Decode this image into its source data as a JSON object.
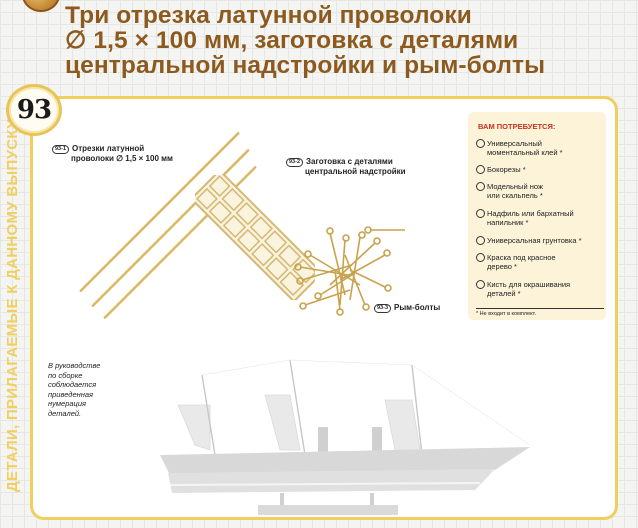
{
  "title": {
    "lines": [
      "Три отрезка латунной проволоки",
      "∅ 1,5 × 100 мм, заготовка с деталями",
      "центральной надстройки и рым-болты"
    ]
  },
  "issue_number": "93",
  "side_label": "ДЕТАЛИ, ПРИЛАГАЕМЫЕ К ДАННОМУ ВЫПУСКУ",
  "parts": [
    {
      "code": "93-1",
      "line1": "Отрезки латунной",
      "line2": "проволоки ∅ 1,5 × 100 мм"
    },
    {
      "code": "93-2",
      "line1": "Заготовка с деталями",
      "line2": "центральной надстройки"
    },
    {
      "code": "93-3",
      "line1": "Рым-болты",
      "line2": ""
    }
  ],
  "needs": {
    "title": "ВАМ ПОТРЕБУЕТСЯ:",
    "items": [
      {
        "line1": "Универсальный",
        "line2": "моментальный клей *"
      },
      {
        "line1": "Бокорезы *",
        "line2": ""
      },
      {
        "line1": "Модельный нож",
        "line2": "или скальпель *"
      },
      {
        "line1": "Надфиль или бархатный",
        "line2": "напильник *"
      },
      {
        "line1": "Универсальная грунтовка *",
        "line2": ""
      },
      {
        "line1": "Краска под красное",
        "line2": "дерево *"
      },
      {
        "line1": "Кисть для окрашивания",
        "line2": "деталей *"
      }
    ],
    "footnote": "* Не входит в комплект."
  },
  "manual_note": [
    "В руководстве",
    "по сборке",
    "соблюдается",
    "приведенная",
    "нумерация",
    "деталей."
  ],
  "colors": {
    "title": "#8c5a1e",
    "frame": "#f0cf61",
    "needs_bg": "#fdf3d9",
    "needs_title": "#c8321e",
    "brass": "#c9a552"
  }
}
